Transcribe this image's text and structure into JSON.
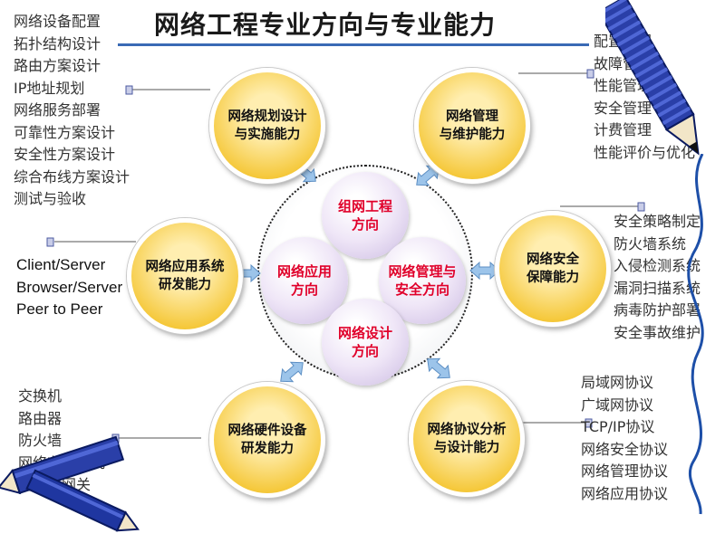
{
  "title": "网络工程专业方向与专业能力",
  "center_topics": {
    "top": "组网工程\n方向",
    "left": "网络应用\n方向",
    "right": "网络管理与\n安全方向",
    "bottom": "网络设计\n方向"
  },
  "abilities": {
    "planning": "网络规划设计\n与实施能力",
    "management": "网络管理\n与维护能力",
    "app_dev": "网络应用系统\n研发能力",
    "security": "网络安全\n保障能力",
    "hardware": "网络硬件设备\n研发能力",
    "protocol": "网络协议分析\n与设计能力"
  },
  "lists": {
    "planning": [
      "网络设备配置",
      "拓扑结构设计",
      "路由方案设计",
      "IP地址规划",
      "网络服务部署",
      "可靠性方案设计",
      "安全性方案设计",
      "综合布线方案设计",
      "测试与验收"
    ],
    "management": [
      "配置管理",
      "故障管理",
      "性能管理",
      "安全管理",
      "计费管理",
      "性能评价与优化"
    ],
    "app_dev": [
      "Client/Server",
      "Browser/Server",
      "Peer to Peer"
    ],
    "security": [
      "安全策略制定",
      "防火墙系统",
      "入侵检测系统",
      "漏洞扫描系统",
      "病毒防护部署",
      "安全事故维护"
    ],
    "hardware": [
      "交换机",
      "路由器",
      "防火墙",
      "网络存储系统",
      "网闸、网关"
    ],
    "protocol": [
      "局域网协议",
      "广域网协议",
      "TCP/IP协议",
      "网络安全协议",
      "网络管理协议",
      "网络应用协议"
    ]
  },
  "colors": {
    "accent_line": "#3a6ab5",
    "inner_text": "#e0002a",
    "gold": "#f5c83a",
    "arrow": "#9cc4ea"
  },
  "icons": [
    "pencil-icon"
  ]
}
